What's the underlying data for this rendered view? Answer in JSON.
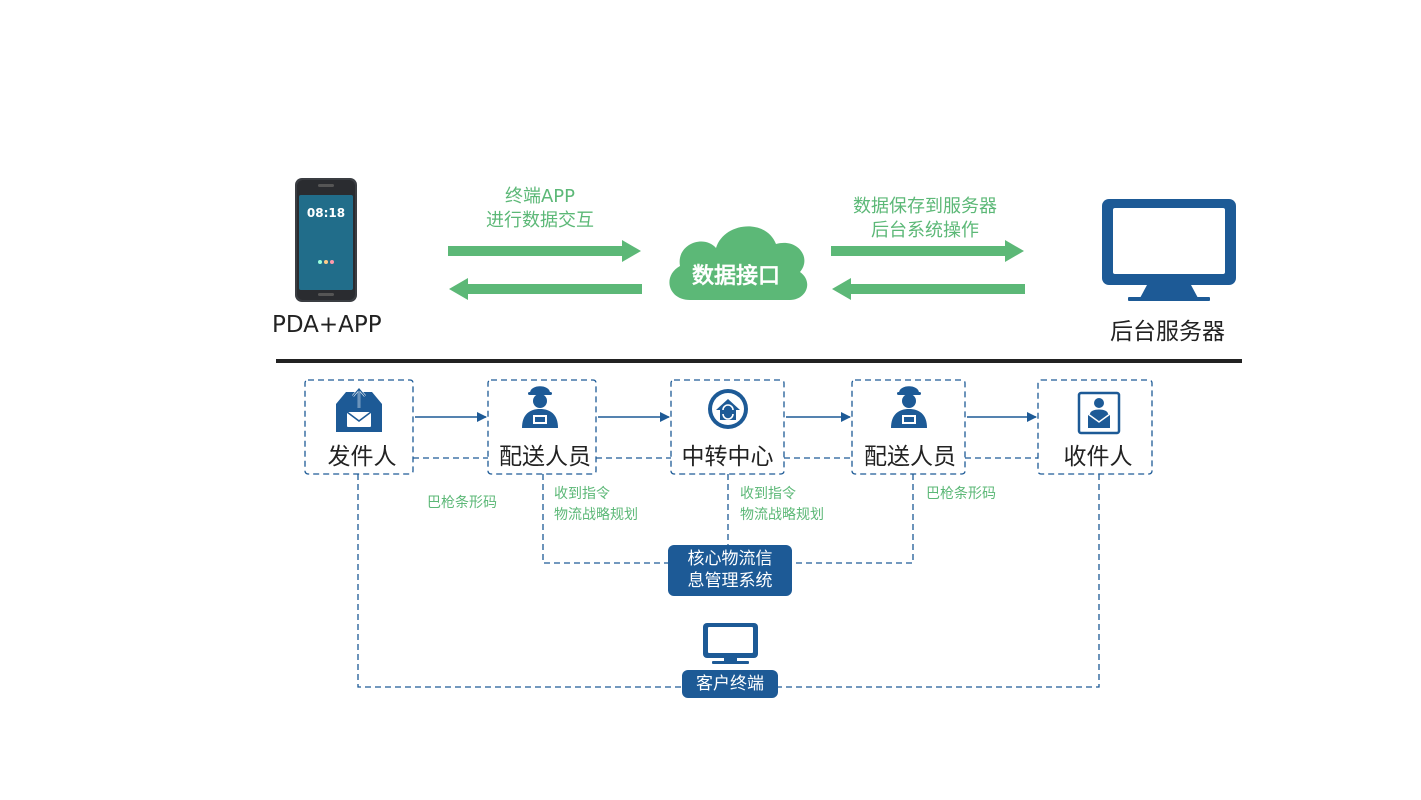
{
  "colors": {
    "green": "#5cb877",
    "blue": "#1d5a96",
    "text": "#222222",
    "divider": "#222222"
  },
  "top": {
    "device_label": "PDA+APP",
    "device_time": "08:18",
    "device_icon": "pda-device-icon",
    "left_caption": [
      "终端APP",
      "进行数据交互"
    ],
    "cloud_label": "数据接口",
    "right_caption": [
      "数据保存到服务器",
      "后台系统操作"
    ],
    "server_label": "后台服务器",
    "server_icon": "monitor-icon"
  },
  "flow": {
    "nodes": [
      {
        "label": "发件人",
        "icon": "envelope-tray-icon"
      },
      {
        "label": "配送人员",
        "icon": "courier-icon"
      },
      {
        "label": "中转中心",
        "icon": "transit-house-icon"
      },
      {
        "label": "配送人员",
        "icon": "courier-icon"
      },
      {
        "label": "收件人",
        "icon": "recipient-mail-icon"
      }
    ],
    "notes": {
      "scan_left": "巴枪条形码",
      "recv_left": [
        "收到指令",
        "物流战略规划"
      ],
      "recv_right": [
        "收到指令",
        "物流战略规划"
      ],
      "scan_right": "巴枪条形码"
    },
    "core_system": [
      "核心物流信",
      "息管理系统"
    ],
    "client_terminal": "客户终端",
    "client_icon": "monitor-icon"
  }
}
